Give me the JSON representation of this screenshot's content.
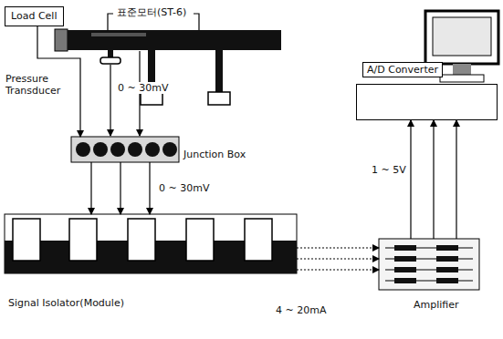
{
  "diagram": {
    "nodes": [
      {
        "text": [
          "Load Cell"
        ]
      },
      {
        "text": [
          "Junction Box"
        ]
      },
      {
        "text": [
          "Signal Isolator(Module)"
        ]
      },
      {
        "text": [
          "Amplifier"
        ]
      },
      {
        "text": [
          "A/D Converter"
        ]
      }
    ],
    "edges": [
      {
        "from": 0,
        "to": 1,
        "arrow": "to"
      },
      {
        "from": 1,
        "to": 2,
        "arrow": "to"
      },
      {
        "from": 1,
        "to": 2,
        "arrow": "to"
      },
      {
        "from": 1,
        "to": 2,
        "arrow": "to"
      },
      {
        "from": 2,
        "to": 3,
        "arrow": "to"
      },
      {
        "from": 2,
        "to": 3,
        "arrow": "to"
      },
      {
        "from": 2,
        "to": 3,
        "arrow": "to"
      },
      {
        "from": 3,
        "to": 4,
        "arrow": "to"
      },
      {
        "from": 3,
        "to": 4,
        "arrow": "to"
      },
      {
        "from": 3,
        "to": 4,
        "arrow": "to"
      }
    ],
    "labels": [
      "표준모터(ST-6)",
      "Pressure Transducer",
      "0 ~ 30mV",
      "0 ~ 30mV",
      "1 ~ 5V",
      "4 ~ 20mA"
    ]
  }
}
